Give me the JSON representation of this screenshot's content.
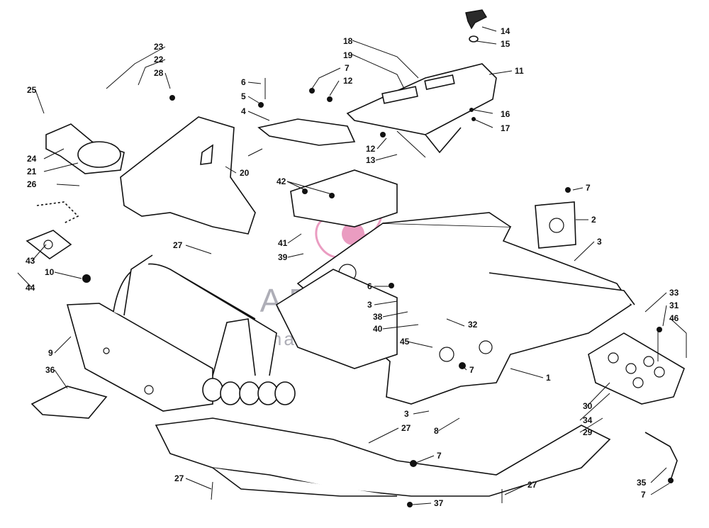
{
  "watermark": {
    "brand": "ARMADA",
    "tagline": "marine boatbags",
    "logo_color": "#d94c8f",
    "text_color": "#8d8d9a"
  },
  "callouts": [
    "14",
    "15",
    "11",
    "18",
    "19",
    "7",
    "12",
    "16",
    "17",
    "6",
    "5",
    "4",
    "12",
    "13",
    "23",
    "22",
    "28",
    "25",
    "24",
    "21",
    "26",
    "20",
    "42",
    "7",
    "2",
    "41",
    "39",
    "3",
    "27",
    "43",
    "44",
    "10",
    "6",
    "3",
    "38",
    "40",
    "33",
    "31",
    "46",
    "32",
    "45",
    "7",
    "9",
    "36",
    "1",
    "30",
    "34",
    "29",
    "3",
    "27",
    "8",
    "7",
    "27",
    "35",
    "7",
    "27",
    "37"
  ]
}
